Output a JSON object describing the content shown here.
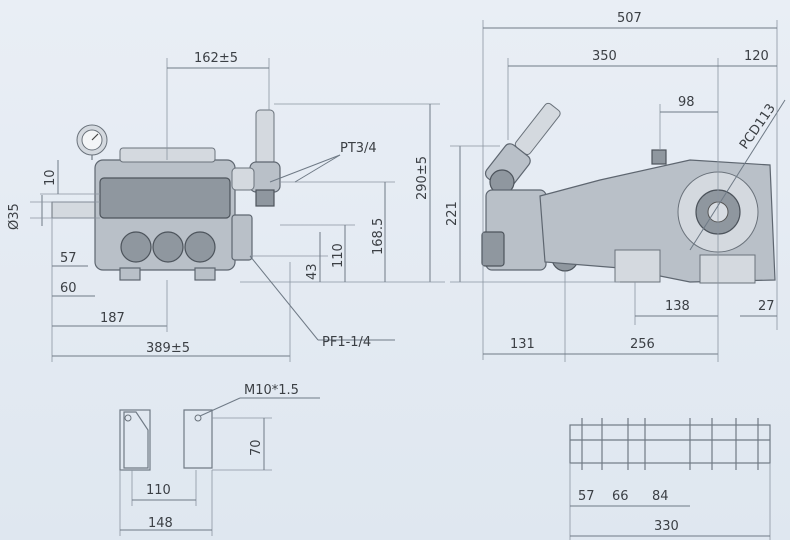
{
  "dimensions": {
    "d162": "162±5",
    "pt34": "PT3/4",
    "d290": "290±5",
    "d221": "221",
    "d168": "168.5",
    "d110v": "110",
    "d43": "43",
    "d10": "10",
    "d35": "Ø35",
    "d57a": "57",
    "d60": "60",
    "d187": "187",
    "d389": "389±5",
    "pf114": "PF1-1/4",
    "d507": "507",
    "d350": "350",
    "d120": "120",
    "d98": "98",
    "pcd": "PCD113",
    "d138": "138",
    "d27": "27",
    "d131": "131",
    "d256": "256",
    "m10": "M10*1.5",
    "d70": "70",
    "d110h": "110",
    "d148": "148",
    "d57b": "57",
    "d66": "66",
    "d84": "84",
    "d330": "330"
  }
}
